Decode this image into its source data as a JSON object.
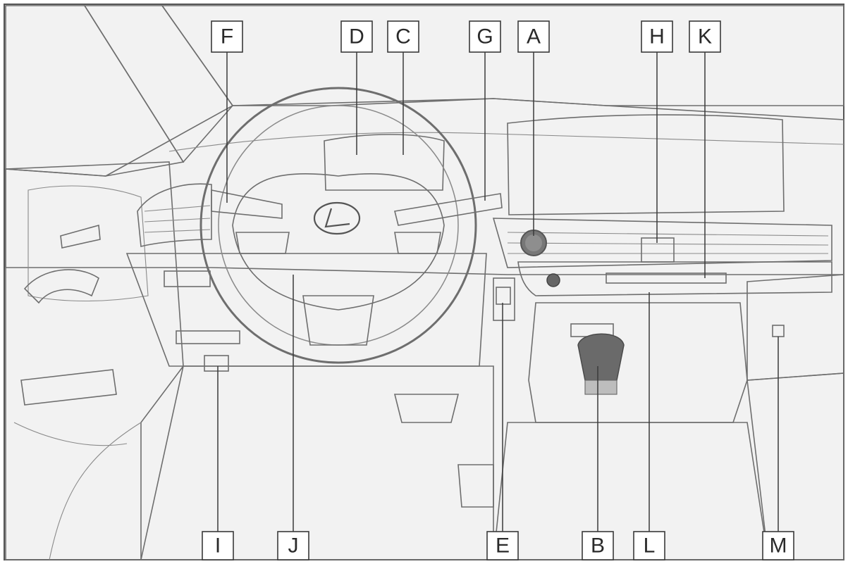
{
  "callouts": [
    {
      "id": "F",
      "label": "F"
    },
    {
      "id": "D",
      "label": "D"
    },
    {
      "id": "C",
      "label": "C"
    },
    {
      "id": "G",
      "label": "G"
    },
    {
      "id": "A",
      "label": "A"
    },
    {
      "id": "H",
      "label": "H"
    },
    {
      "id": "K",
      "label": "K"
    },
    {
      "id": "I",
      "label": "I"
    },
    {
      "id": "J",
      "label": "J"
    },
    {
      "id": "E",
      "label": "E"
    },
    {
      "id": "B",
      "label": "B"
    },
    {
      "id": "L",
      "label": "L"
    },
    {
      "id": "M",
      "label": "M"
    }
  ],
  "colors": {
    "background": "#ffffff",
    "interior_light": "#e9e9e9",
    "interior_mid": "#d6d6d6",
    "interior_dark": "#a9a9a9",
    "outline": "#6e6e6e",
    "label_stroke": "#3a3a3a"
  },
  "icons": [
    "lexus-logo-icon",
    "start-button-icon",
    "shift-knob-icon"
  ]
}
